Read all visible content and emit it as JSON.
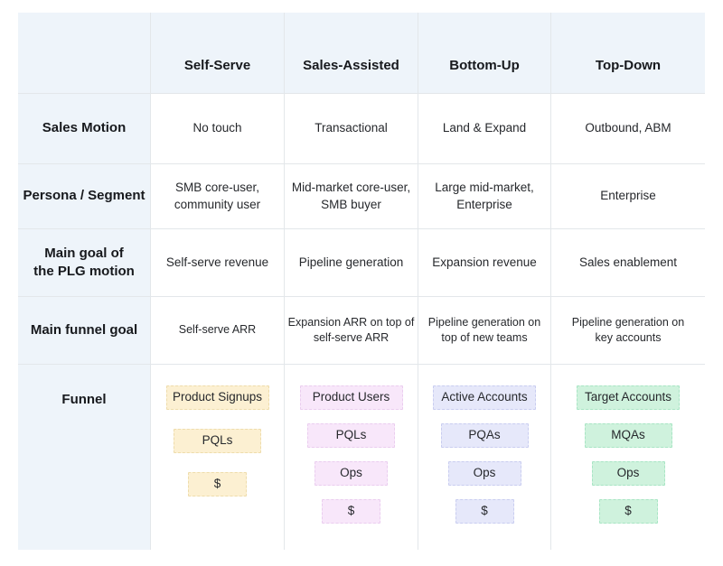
{
  "colors": {
    "css_vars": {
      "--header-bg": "#eef4fa",
      "--line": "#e3e7ea",
      "--text": "#26282c",
      "--text-strong": "#17191d",
      "--f0-bg": "#fcf0d2",
      "--f0-bd": "#eedcab",
      "--f1-bg": "#f8e7fa",
      "--f1-bd": "#eacdef",
      "--f2-bg": "#e6e8fa",
      "--f2-bd": "#c9cdf0",
      "--f3-bg": "#cff2dd",
      "--f3-bd": "#a8e5c4"
    }
  },
  "header": {
    "corner": "",
    "columns": [
      "Self-Serve",
      "Sales-Assisted",
      "Bottom-Up",
      "Top-Down"
    ]
  },
  "rows": [
    {
      "label": "Sales Motion",
      "cells": [
        "No touch",
        "Transactional",
        "Land & Expand",
        "Outbound, ABM"
      ]
    },
    {
      "label": "Persona / Segment",
      "cells": [
        "SMB core-user,\ncommunity user",
        "Mid-market core-user,\nSMB buyer",
        "Large mid-market,\nEnterprise",
        "Enterprise"
      ]
    },
    {
      "label": "Main goal of\nthe PLG motion",
      "cells": [
        "Self-serve revenue",
        "Pipeline generation",
        "Expansion revenue",
        "Sales enablement"
      ]
    },
    {
      "label": "Main funnel goal",
      "cells": [
        "Self-serve ARR",
        "Expansion ARR on top of\nself-serve ARR",
        "Pipeline generation on\ntop of new teams",
        "Pipeline generation on\nkey accounts"
      ]
    }
  ],
  "funnel": {
    "label": "Funnel",
    "funnels": [
      {
        "column": "Self-Serve",
        "color": "#fcf0d2",
        "stages": [
          "Product Signups",
          "PQLs",
          "$"
        ]
      },
      {
        "column": "Sales-Assisted",
        "color": "#f8e7fa",
        "stages": [
          "Product Users",
          "PQLs",
          "Ops",
          "$"
        ]
      },
      {
        "column": "Bottom-Up",
        "color": "#e6e8fa",
        "stages": [
          "Active Accounts",
          "PQAs",
          "Ops",
          "$"
        ]
      },
      {
        "column": "Top-Down",
        "color": "#cff2dd",
        "stages": [
          "Target Accounts",
          "MQAs",
          "Ops",
          "$"
        ]
      }
    ]
  }
}
